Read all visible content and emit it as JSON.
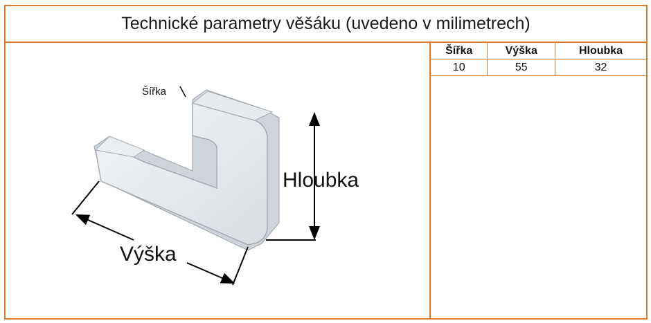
{
  "title": "Technické parametry věšáku (uvedeno v milimetrech)",
  "figure": {
    "label_width": "Šířka",
    "label_height": "Výška",
    "label_depth": "Hloubka"
  },
  "table": {
    "headers": [
      "Šířka",
      "Výška",
      "Hloubka"
    ],
    "rows": [
      [
        "10",
        "55",
        "32"
      ]
    ]
  },
  "colors": {
    "border": "#e07c2a"
  }
}
